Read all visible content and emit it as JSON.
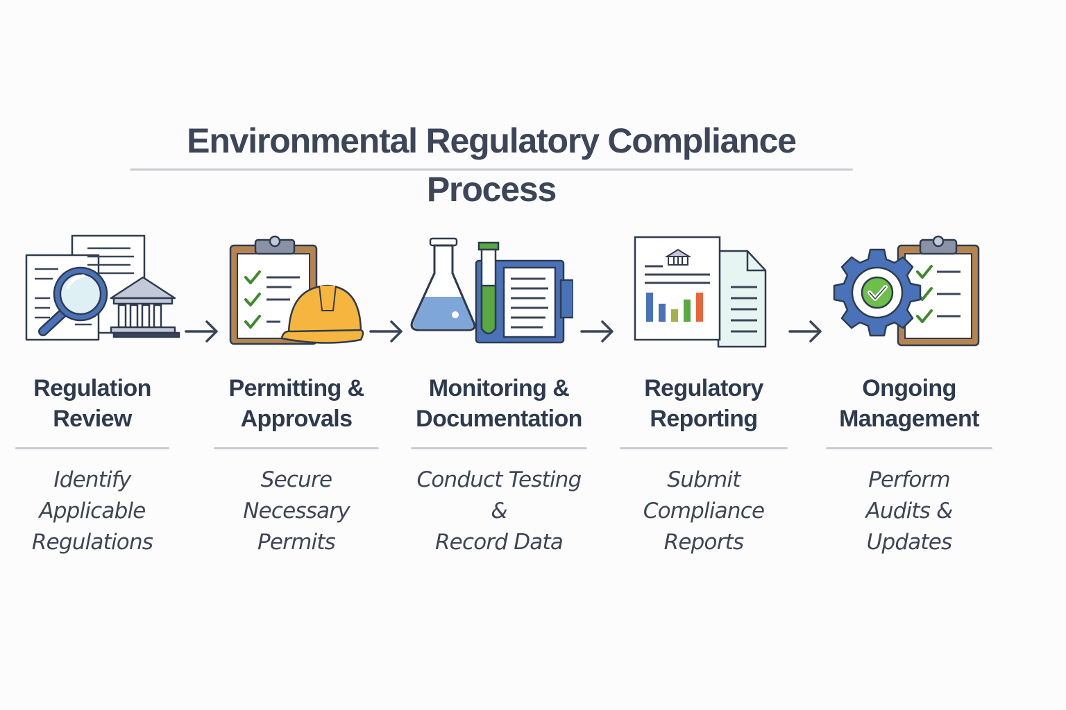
{
  "title": "Environmental Regulatory Compliance Process",
  "steps": [
    {
      "title_line1": "Regulation",
      "title_line2": "Review",
      "desc_line1": "Identify",
      "desc_line2": "Applicable",
      "desc_line3": "Regulations",
      "icon": "magnifier-documents-courthouse-icon"
    },
    {
      "title_line1": "Permitting &",
      "title_line2": "Approvals",
      "desc_line1": "Secure",
      "desc_line2": "Necessary",
      "desc_line3": "Permits",
      "icon": "clipboard-hardhat-icon"
    },
    {
      "title_line1": "Monitoring &",
      "title_line2": "Documentation",
      "desc_line1": "Conduct Testing",
      "desc_line2": "&",
      "desc_line3": "Record Data",
      "icon": "flask-testtube-documents-icon"
    },
    {
      "title_line1": "Regulatory",
      "title_line2": "Reporting",
      "desc_line1": "Submit",
      "desc_line2": "Compliance",
      "desc_line3": "Reports",
      "icon": "report-barchart-icon"
    },
    {
      "title_line1": "Ongoing",
      "title_line2": "Management",
      "desc_line1": "Perform",
      "desc_line2": "Audits &",
      "desc_line3": "Updates",
      "icon": "gear-checklist-icon"
    }
  ],
  "colors": {
    "title": "#3c4658",
    "text": "#2e3a4d",
    "blue": "#4a72b8",
    "orange": "#f5b53f",
    "green": "#5aa840",
    "brown": "#b58550",
    "rule": "#c9ccd3"
  }
}
